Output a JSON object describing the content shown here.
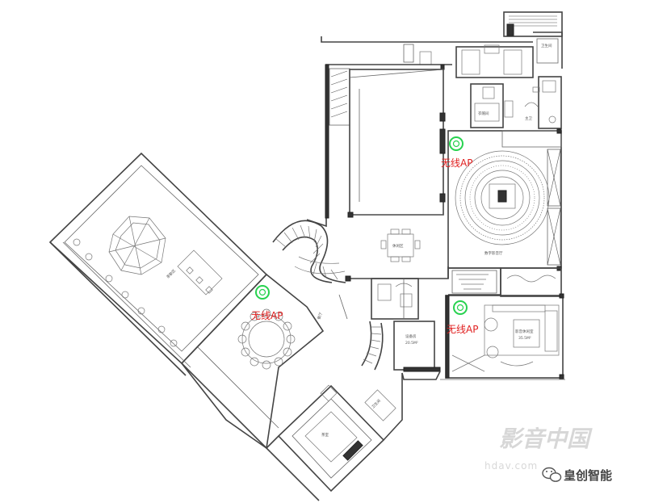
{
  "ap_labels": [
    "无线AP",
    "无线AP",
    "无线AP"
  ],
  "watermark": {
    "text_cn": "影音中国",
    "text_en": "hdav.com"
  },
  "brand": {
    "name": "皇创智能",
    "icon": "wechat-icon"
  },
  "colors": {
    "ap_marker": "#27d24f",
    "ap_label": "#e02020",
    "wall": "#444444"
  }
}
